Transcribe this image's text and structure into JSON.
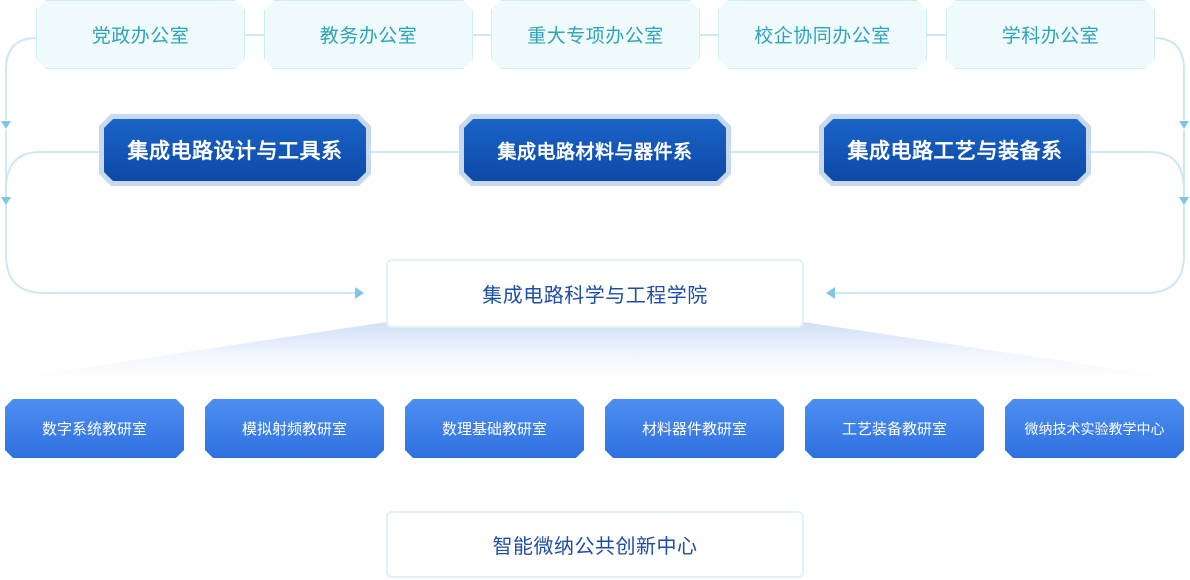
{
  "offices": [
    "党政办公室",
    "教务办公室",
    "重大专项办公室",
    "校企协同办公室",
    "学科办公室"
  ],
  "departments": [
    "集成电路设计与工具系",
    "集成电路材料与器件系",
    "集成电路工艺与装备系"
  ],
  "college": "集成电路科学与工程学院",
  "research_rooms": [
    "数字系统教研室",
    "模拟射频教研室",
    "数理基础教研室",
    "材料器件教研室",
    "工艺装备教研室",
    "微纳技术实验教学中心"
  ],
  "innovation_center": "智能微纳公共创新中心",
  "colors": {
    "office_text": "#2fa3ba",
    "office_bg": "#eefafc",
    "department_bg": "#0d4aa6",
    "college_text": "#1f4ea8",
    "room_bg": "#2f70e0",
    "connector": "#cde8f3",
    "arrow": "#7fc6e4"
  }
}
